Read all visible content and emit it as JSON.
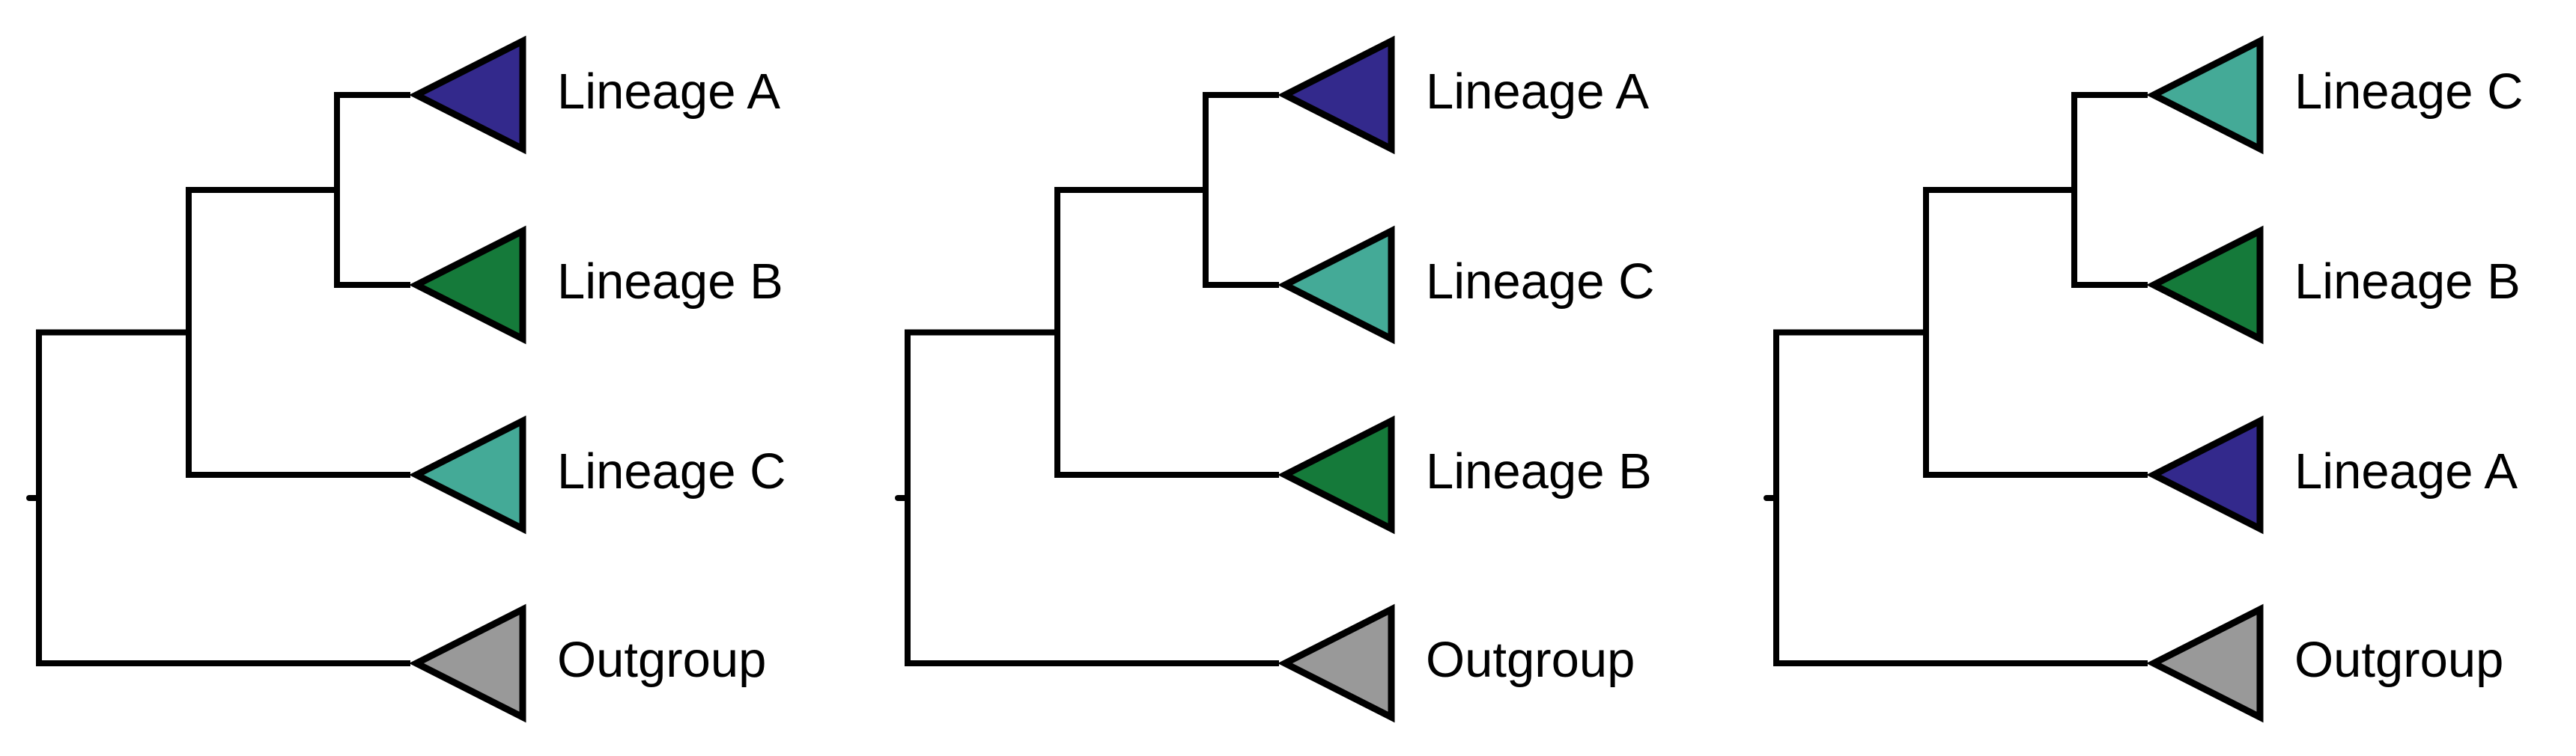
{
  "figure": {
    "kind": "phylogenetic-cladograms",
    "background": "#FFFFFF",
    "branch_color": "#000000",
    "label_color": "#000000"
  },
  "palette": {
    "lineage_a": "#33298C",
    "lineage_b": "#157A3A",
    "lineage_c": "#44AA97",
    "outgroup": "#999999"
  },
  "trees": [
    {
      "id": "left-tree",
      "newick": "(((Lineage A,Lineage B),Lineage C),Outgroup);",
      "leaves": [
        {
          "label": "Lineage A",
          "color": "#33298C"
        },
        {
          "label": "Lineage B",
          "color": "#157A3A"
        },
        {
          "label": "Lineage C",
          "color": "#44AA97"
        },
        {
          "label": "Outgroup",
          "color": "#999999"
        }
      ]
    },
    {
      "id": "middle-tree",
      "newick": "(((Lineage A,Lineage C),Lineage B),Outgroup);",
      "leaves": [
        {
          "label": "Lineage A",
          "color": "#33298C"
        },
        {
          "label": "Lineage C",
          "color": "#44AA97"
        },
        {
          "label": "Lineage B",
          "color": "#157A3A"
        },
        {
          "label": "Outgroup",
          "color": "#999999"
        }
      ]
    },
    {
      "id": "right-tree",
      "newick": "(((Lineage C,Lineage B),Lineage A),Outgroup);",
      "leaves": [
        {
          "label": "Lineage C",
          "color": "#44AA97"
        },
        {
          "label": "Lineage B",
          "color": "#157A3A"
        },
        {
          "label": "Lineage A",
          "color": "#33298C"
        },
        {
          "label": "Outgroup",
          "color": "#999999"
        }
      ]
    }
  ]
}
